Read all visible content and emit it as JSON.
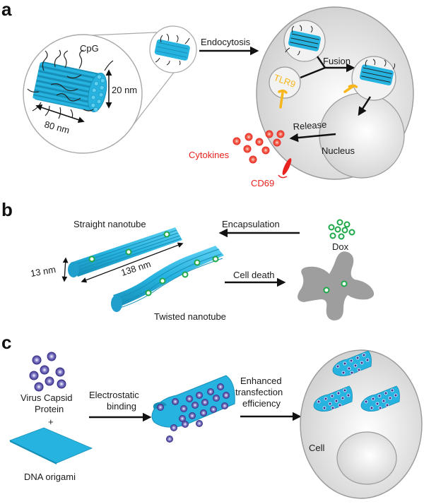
{
  "figure": {
    "colors": {
      "dna_blue": "#27b3e0",
      "dna_blue_dark": "#1690b8",
      "cell_gray": "#d9d9d9",
      "cell_outline": "#9a9a9a",
      "dead_cell_gray": "#9e9e9e",
      "cytokine_red": "#e8231f",
      "tlr9_yellow": "#f7b71c",
      "dox_green": "#1fa84a",
      "capsid_purple": "#3a3294",
      "arrow": "#111111"
    },
    "panel_a": {
      "label": "a",
      "cpg_label": "CpG",
      "height_dim": "20  nm",
      "length_dim": "80 nm",
      "endocytosis": "Endocytosis",
      "fusion": "Fusion",
      "tlr9": "TLR9",
      "release": "Release",
      "nucleus": "Nucleus",
      "cytokines": "Cytokines",
      "cd69": "CD69"
    },
    "panel_b": {
      "label": "b",
      "straight": "Straight nanotube",
      "twisted": "Twisted nanotube",
      "width_dim": "13 nm",
      "length_dim": "138 nm",
      "encapsulation": "Encapsulation",
      "dox": "Dox",
      "cell_death": "Cell death"
    },
    "panel_c": {
      "label": "c",
      "capsid_line1": "Virus Capsid",
      "capsid_line2": "Protein",
      "plus": "+",
      "origami": "DNA origami",
      "binding_line1": "Electrostatic",
      "binding_line2": "binding",
      "enhanced_line1": "Enhanced",
      "enhanced_line2": "transfection",
      "enhanced_line3": "efficiency",
      "cell": "Cell"
    }
  }
}
